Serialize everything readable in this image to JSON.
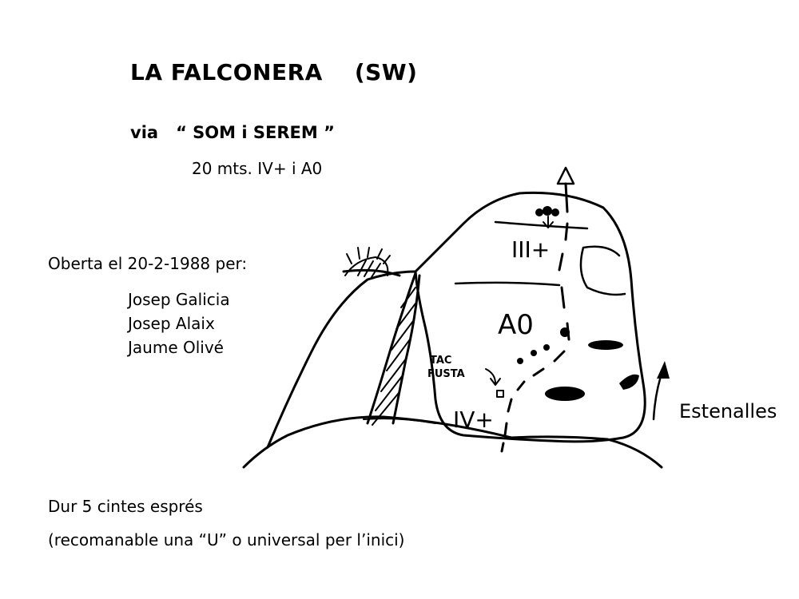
{
  "header": {
    "title": "LA FALCONERA",
    "orientation": "(SW)"
  },
  "route": {
    "via_label": "via",
    "name": "“ SOM i SEREM ”",
    "grade_line": "20 mts.  IV+ i A0"
  },
  "opening": {
    "label": "Oberta el 20-2-1988 per:",
    "climbers": [
      "Josep Galicia",
      "Josep Alaix",
      "Jaume Olivé"
    ]
  },
  "gear": {
    "text": "Dur 5 cintes esprés",
    "note": "(recomanable una “U” o universal per l’inici)"
  },
  "sketch": {
    "grade_top": "III+",
    "aid": "A0",
    "grade_bottom": "IV+",
    "tac_label_1": "TAC",
    "tac_label_2": "FUSTA",
    "direction_label": "Estenalles",
    "ink_color": "#000000"
  }
}
